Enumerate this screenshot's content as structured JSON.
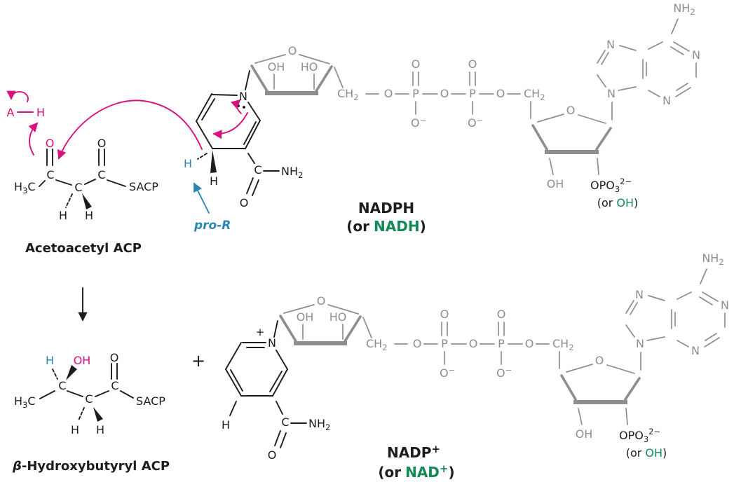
{
  "figure": {
    "type": "chemical-reaction-scheme",
    "description": "Reduction of acetoacetyl ACP by NADPH to beta-hydroxybutyryl ACP and NADP+"
  },
  "colors": {
    "magenta": "#d9117e",
    "teal": "#2b87ae",
    "green": "#128a56",
    "gray": "#8e8e8e",
    "black": "#1d1d1b"
  },
  "atoms": {
    "O": "O",
    "C": "C",
    "N": "N",
    "P": "P",
    "H": "H",
    "OH": "OH",
    "HO": "HO",
    "NH": "NH",
    "CH": "CH",
    "OPO": "OPO",
    "SACP": "SACP",
    "sub2": "2",
    "sub3": "3",
    "minus": "−",
    "two_minus": "2−",
    "H3C_H": "H",
    "H3C_3": "3",
    "H3C_C": "C"
  },
  "annotations": {
    "acid": "A",
    "acid_hydrogen": "H",
    "pro_R": "pro-R",
    "plus_reaction": "+",
    "ring_plus": "+"
  },
  "captions": {
    "acetoacetyl": "Acetoacetyl ACP",
    "beta": "β",
    "beta_rest": "-Hydroxybutyryl ACP",
    "nadph": "NADPH",
    "or_open": "(or",
    "nadh": "NADH",
    "close": ")",
    "nadp": "NADP",
    "nad": "NAD",
    "sup_plus": "+",
    "or_oh_open": "(or",
    "or_oh": "OH",
    "or_oh_close": ")"
  }
}
